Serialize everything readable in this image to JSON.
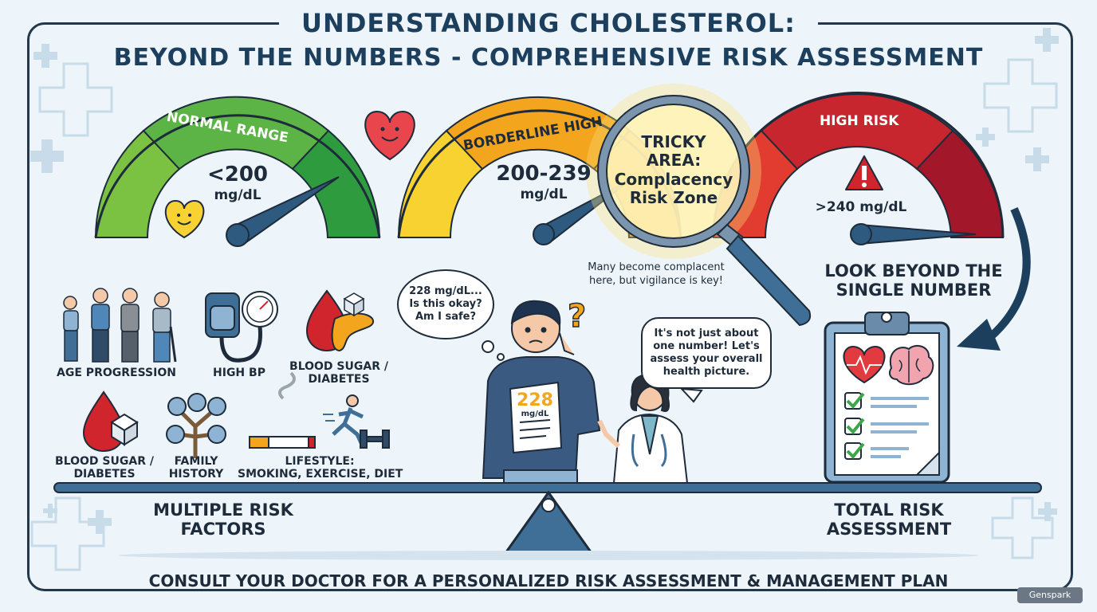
{
  "title": {
    "line1": "UNDERSTANDING CHOLESTEROL:",
    "line2": "BEYOND THE NUMBERS - COMPREHENSIVE RISK ASSESSMENT"
  },
  "gauges": {
    "normal": {
      "label": "NORMAL RANGE",
      "value": "<200",
      "unit": "mg/dL",
      "color_dark": "#2e9b3e",
      "color_light": "#7cc242"
    },
    "borderline": {
      "label": "BORDERLINE HIGH",
      "value": "200-239",
      "unit": "mg/dL",
      "color_dark": "#f3a51d",
      "color_light": "#f7d231"
    },
    "high": {
      "label": "HIGH RISK",
      "value": ">240 mg/dL",
      "color_dark": "#a3172a",
      "color_light": "#e23b2f"
    }
  },
  "magnifier": {
    "text": "TRICKY AREA: Complacency Risk Zone",
    "line1": "TRICKY",
    "line2": "AREA:",
    "line3": "Complacency",
    "line4": "Risk Zone",
    "note_line1": "Many become complacent",
    "note_line2": "here, but vigilance is key!"
  },
  "look_beyond": {
    "line1": "LOOK BEYOND THE",
    "line2": "SINGLE NUMBER"
  },
  "patient": {
    "bubble_line1": "228 mg/dL...",
    "bubble_line2": "Is this okay?",
    "bubble_line3": "Am I safe?",
    "paper_value": "228",
    "paper_unit": "mg/dL",
    "question_mark": "?"
  },
  "doctor": {
    "bubble_line1": "It's not just about",
    "bubble_line2": "one number! Let's",
    "bubble_line3": "assess your overall",
    "bubble_line4": "health picture."
  },
  "risk_factors": {
    "age": "AGE PROGRESSION",
    "bp": "HIGH BP",
    "sugar1_line1": "BLOOD SUGAR /",
    "sugar1_line2": "DIABETES",
    "sugar2_line1": "BLOOD SUGAR /",
    "sugar2_line2": "DIABETES",
    "family_line1": "FAMILY",
    "family_line2": "HISTORY",
    "lifestyle_line1": "LIFESTYLE:",
    "lifestyle_line2": "SMOKING, EXERCISE, DIET"
  },
  "balance": {
    "left_line1": "MULTIPLE RISK",
    "left_line2": "FACTORS",
    "right_line1": "TOTAL RISK",
    "right_line2": "ASSESSMENT"
  },
  "footer": "CONSULT YOUR DOCTOR FOR A PERSONALIZED RISK ASSESSMENT & MANAGEMENT PLAN",
  "watermark": "Genspark",
  "icons": [
    "heart-smile-icon",
    "warning-icon",
    "magnifier-icon",
    "clipboard-icon",
    "brain-icon",
    "heartbeat-icon",
    "checkbox-icon",
    "people-icon",
    "bp-monitor-icon",
    "blood-drop-icon",
    "sugar-cube-icon",
    "family-tree-icon",
    "cigarette-icon",
    "runner-icon",
    "dumbbell-icon",
    "balance-scale-icon",
    "medical-cross-icon"
  ]
}
